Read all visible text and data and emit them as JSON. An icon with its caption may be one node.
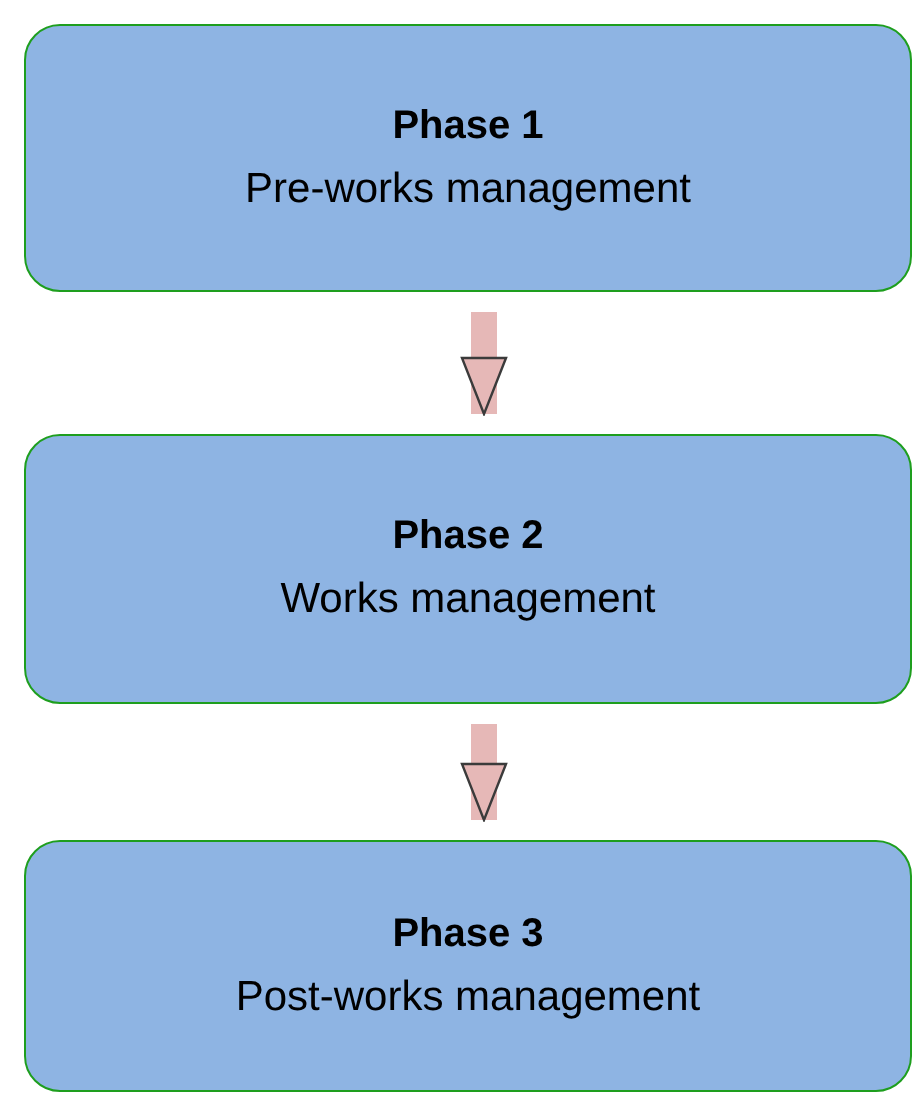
{
  "diagram": {
    "nodes": [
      {
        "text": [
          "Phase 1",
          "Pre-works management"
        ]
      },
      {
        "text": [
          "Phase 2",
          "Works management"
        ]
      },
      {
        "text": [
          "Phase 3",
          "Post-works management"
        ]
      }
    ],
    "edges": [
      {
        "from": 0,
        "to": 1,
        "arrow": "to"
      },
      {
        "from": 1,
        "to": 2,
        "arrow": "to"
      }
    ]
  }
}
